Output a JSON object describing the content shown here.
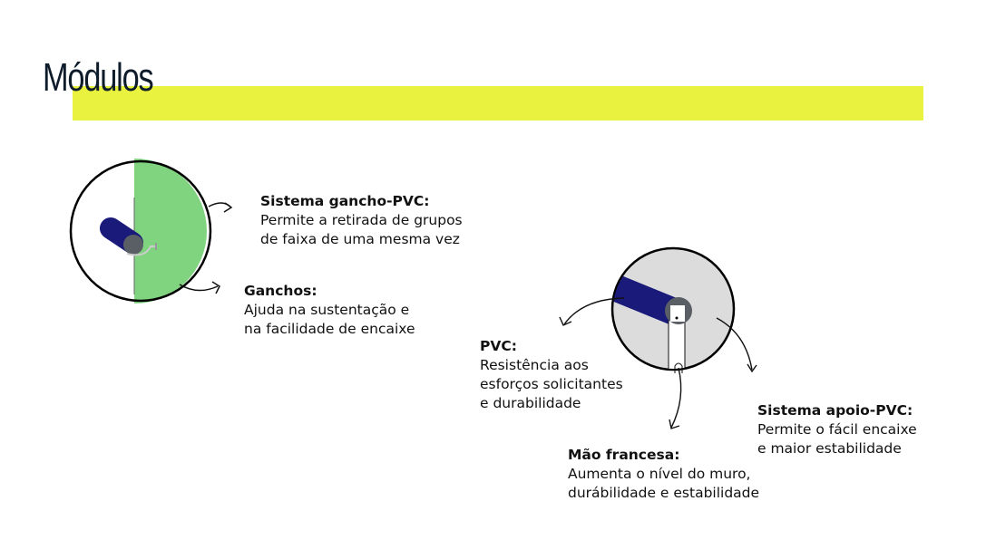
{
  "page": {
    "title": "Módulos",
    "accent_color": "#e8f23f",
    "title_color": "#0d1b2a"
  },
  "left_module": {
    "fill_colors": {
      "half": "#80d47f",
      "tube": "#1a1a7a",
      "cap": "#5a5f66"
    },
    "labels": [
      {
        "title": "Sistema gancho-PVC:",
        "lines": [
          "Permite a retirada de grupos",
          "de faixa de uma mesma vez"
        ]
      },
      {
        "title": "Ganchos:",
        "lines": [
          "Ajuda na sustentação e",
          "na facilidade de encaixe"
        ]
      }
    ]
  },
  "right_module": {
    "fill_colors": {
      "disc": "#dcdcdc",
      "tube": "#1a1a7a",
      "cap": "#5a5f66"
    },
    "labels": [
      {
        "title": "PVC:",
        "lines": [
          "Resistência aos",
          "esforços solicitantes",
          "e durabilidade"
        ]
      },
      {
        "title": "Mão francesa:",
        "lines": [
          "Aumenta o nível do muro,",
          "durábilidade e estabilidade"
        ]
      },
      {
        "title": "Sistema apoio-PVC:",
        "lines": [
          "Permite o fácil encaixe",
          "e maior estabilidade"
        ]
      }
    ]
  }
}
